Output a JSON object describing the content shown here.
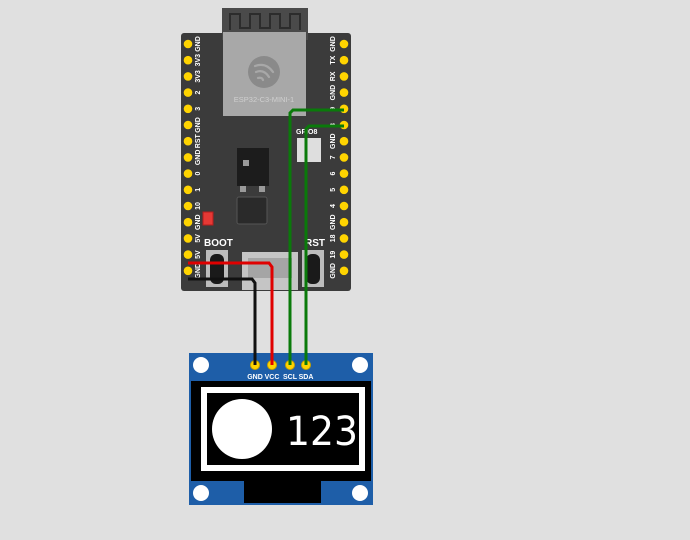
{
  "board": {
    "module_label": "ESP32-C3-MINI-1",
    "left_pins": [
      "GND",
      "3V3",
      "3V3",
      "2",
      "3",
      "GND",
      "RST",
      "GND",
      "0",
      "1",
      "10",
      "GND",
      "5V",
      "5V",
      "GND"
    ],
    "right_pins": [
      "GND",
      "TX",
      "RX",
      "GND",
      "9",
      "8",
      "GND",
      "7",
      "6",
      "5",
      "4",
      "GND",
      "18",
      "19",
      "GND"
    ],
    "gpio_label": "GPIO8",
    "boot_label": "BOOT",
    "rst_label": "RST",
    "led_color": "#e53935"
  },
  "oled": {
    "pins": [
      "GND",
      "VCC",
      "SCL",
      "SDA"
    ],
    "display_text": "123"
  },
  "wires": {
    "gnd_color": "#111111",
    "vcc_color": "#e00000",
    "signal_color": "#0a7a0a"
  },
  "colors": {
    "background": "#e0e0e0",
    "pcb": "#3b3b3b",
    "pin_pad": "#ffd400",
    "oled_pcb": "#1e5ea8"
  }
}
